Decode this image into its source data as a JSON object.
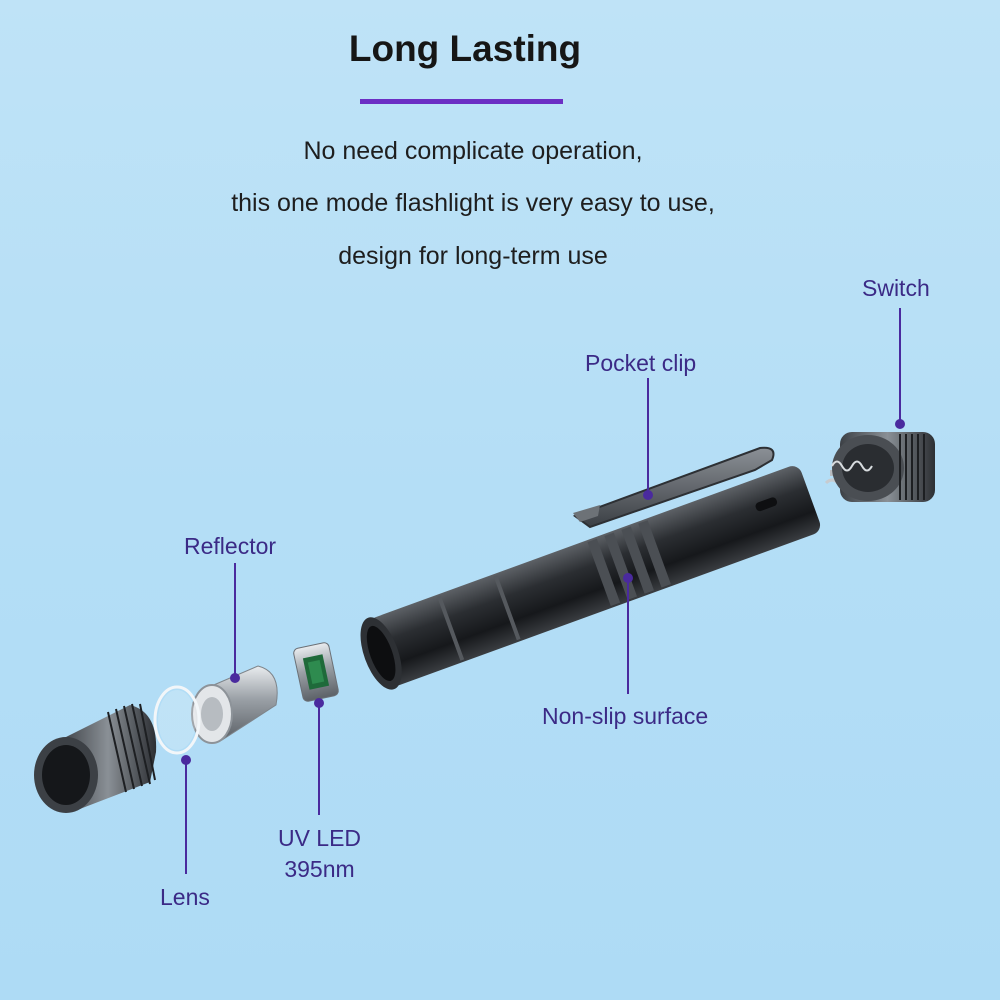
{
  "header": {
    "title": "Long Lasting",
    "description_lines": [
      "No need complicate operation,",
      "this one mode flashlight is very easy to use,",
      "design for long-term use"
    ]
  },
  "labels": {
    "switch": "Switch",
    "pocket_clip": "Pocket clip",
    "reflector": "Reflector",
    "non_slip_surface": "Non-slip surface",
    "uv_led_line1": "UV LED",
    "uv_led_line2": "395nm",
    "lens": "Lens"
  },
  "colors": {
    "accent": "#6c2fc4",
    "label_text": "#3b2a86",
    "background": "#b4def6"
  }
}
